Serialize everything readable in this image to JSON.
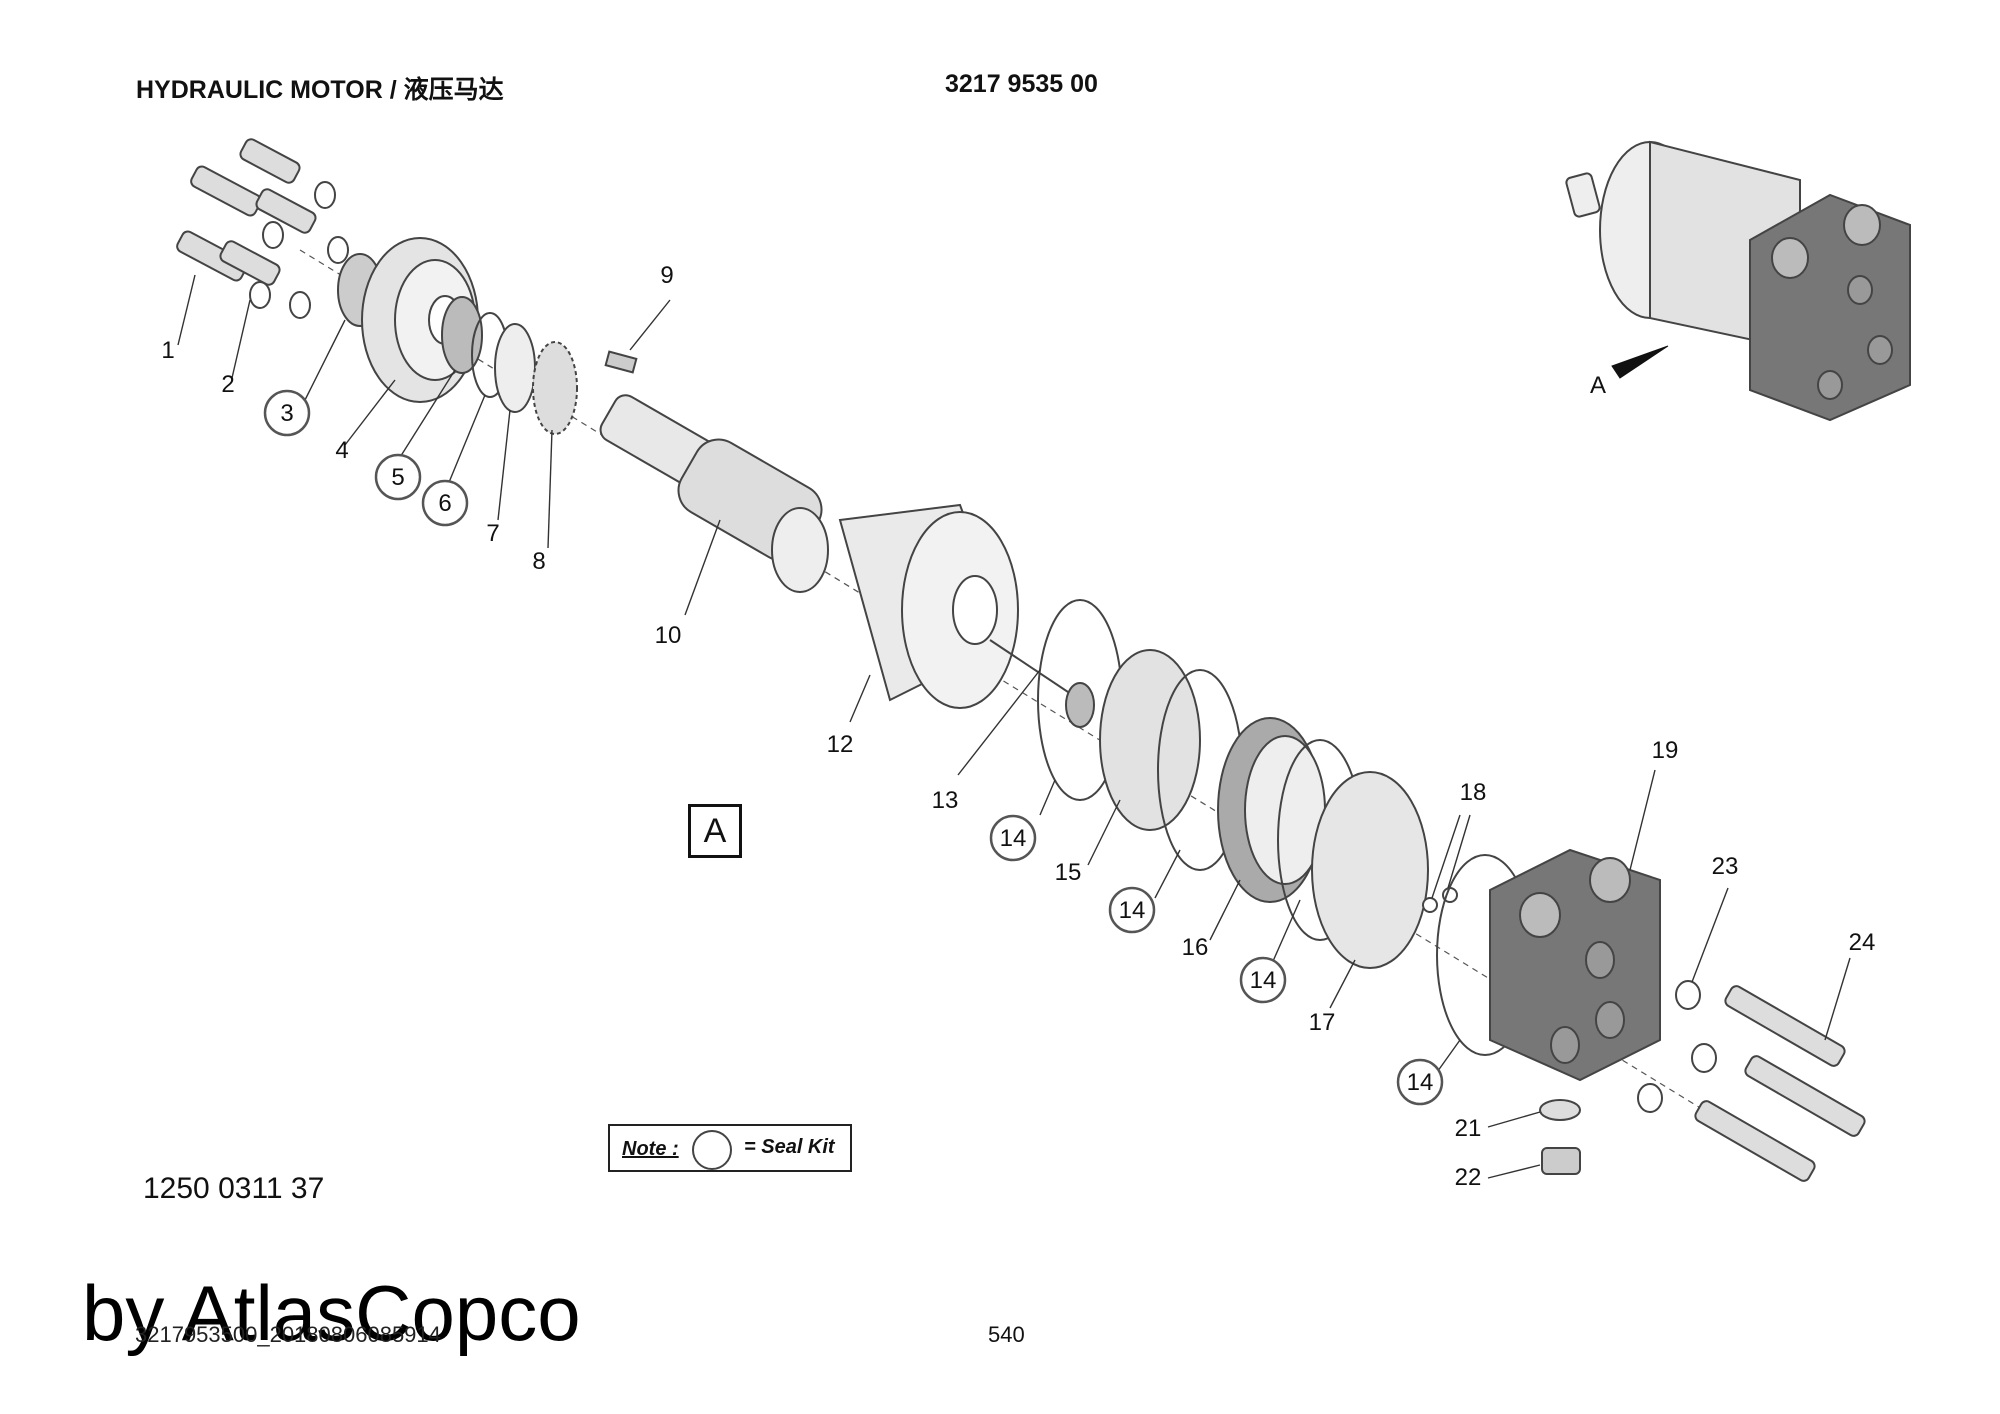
{
  "header": {
    "title": "HYDRAULIC MOTOR / 液压马达",
    "part_number": "3217 9535 00"
  },
  "doc_number": "1250 0311 37",
  "note": {
    "label": "Note :",
    "text": "= Seal Kit"
  },
  "view_ref": "A",
  "inset_view_label": "A",
  "watermark": "by AtlasCopco",
  "file_id": "3217953500_20180806085914",
  "page_number": "540",
  "callouts": [
    {
      "num": "1",
      "seal": false
    },
    {
      "num": "2",
      "seal": false
    },
    {
      "num": "3",
      "seal": true
    },
    {
      "num": "4",
      "seal": false
    },
    {
      "num": "5",
      "seal": true
    },
    {
      "num": "6",
      "seal": true
    },
    {
      "num": "7",
      "seal": false
    },
    {
      "num": "8",
      "seal": false
    },
    {
      "num": "9",
      "seal": false
    },
    {
      "num": "10",
      "seal": false
    },
    {
      "num": "12",
      "seal": false
    },
    {
      "num": "13",
      "seal": false
    },
    {
      "num": "14",
      "seal": true
    },
    {
      "num": "15",
      "seal": false
    },
    {
      "num": "14",
      "seal": true
    },
    {
      "num": "16",
      "seal": false
    },
    {
      "num": "14",
      "seal": true
    },
    {
      "num": "17",
      "seal": false
    },
    {
      "num": "18",
      "seal": false
    },
    {
      "num": "19",
      "seal": false
    },
    {
      "num": "14",
      "seal": true
    },
    {
      "num": "21",
      "seal": false
    },
    {
      "num": "22",
      "seal": false
    },
    {
      "num": "23",
      "seal": false
    },
    {
      "num": "24",
      "seal": false
    }
  ]
}
